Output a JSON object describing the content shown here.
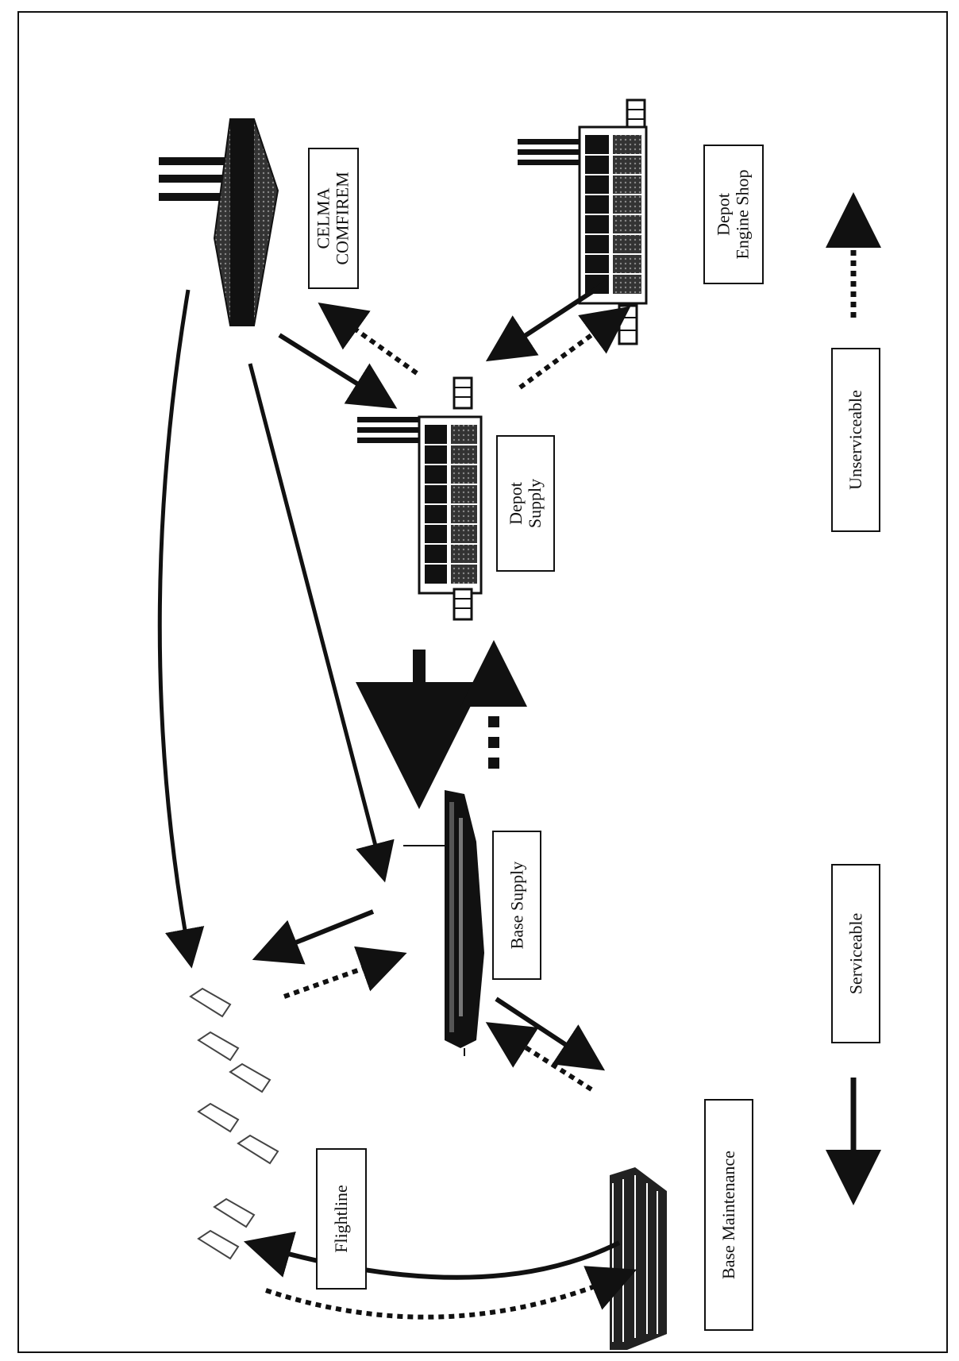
{
  "nodes": {
    "celma": "CELMA\nCOMFIREM",
    "depot_engine_shop": "Depot\nEngine Shop",
    "depot_supply": "Depot\nSupply",
    "base_supply": "Base Supply",
    "base_maintenance": "Base Maintenance",
    "flightline": "Flightline"
  },
  "legend": {
    "serviceable": "Serviceable",
    "unserviceable": "Unserviceable"
  },
  "colors": {
    "ink": "#111111",
    "paper": "#ffffff"
  },
  "icons": [
    "factory-icon",
    "depot-building-icon",
    "warehouse-icon",
    "hangar-icon",
    "aircraft-group-icon"
  ]
}
